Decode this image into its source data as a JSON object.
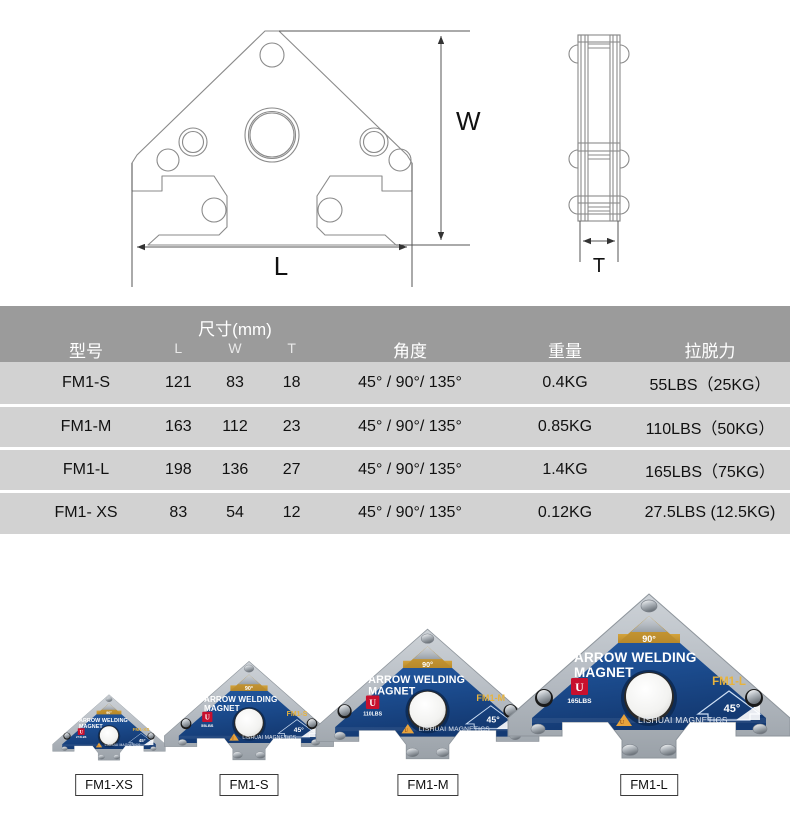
{
  "drawing": {
    "front_view": {
      "name": "arrow-welding-magnet-front-view",
      "width_dimension_label": "W",
      "length_dimension_label": "L"
    },
    "side_view": {
      "name": "arrow-welding-magnet-side-view",
      "thickness_dimension_label": "T"
    }
  },
  "table": {
    "headers": {
      "model": "型号",
      "dimensions": "尺寸(mm)",
      "angle": "角度",
      "weight": "重量",
      "pull_force": "拉脱力"
    },
    "sub_headers": {
      "l": "L",
      "w": "W",
      "t": "T"
    },
    "rows": [
      {
        "model": "FM1-S",
        "l": "121",
        "w": "83",
        "t": "18",
        "angle": "45° / 90°/  135°",
        "weight": "0.4KG",
        "pull_force": "55LBS（25KG）"
      },
      {
        "model": "FM1-M",
        "l": "163",
        "w": "112",
        "t": "23",
        "angle": "45° / 90°/  135°",
        "weight": "0.85KG",
        "pull_force": "110LBS（50KG）"
      },
      {
        "model": "FM1-L",
        "l": "198",
        "w": "136",
        "t": "27",
        "angle": "45° / 90°/  135°",
        "weight": "1.4KG",
        "pull_force": "165LBS（75KG）"
      },
      {
        "model": "FM1- XS",
        "l": "83",
        "w": "54",
        "t": "12",
        "angle": "45° / 90°/  135°",
        "weight": "0.12KG",
        "pull_force": "27.5LBS (12.5KG)"
      }
    ]
  },
  "products": [
    {
      "caption": "FM1-XS",
      "angle_band": "90°",
      "title_line1": "ARROW WELDING",
      "title_line2": "MAGNET",
      "model_tag": "FM1-XS",
      "badge_pull": "27.5LBS",
      "badge_logo": "U",
      "angle_icon": "45°",
      "brand": "LISHUAI MAGNETICS"
    },
    {
      "caption": "FM1-S",
      "angle_band": "90°",
      "title_line1": "ARROW WELDING",
      "title_line2": "MAGNET",
      "model_tag": "FM1-S",
      "badge_pull": "55LBS",
      "badge_logo": "U",
      "angle_icon": "45°",
      "brand": "LISHUAI MAGNETICS"
    },
    {
      "caption": "FM1-M",
      "angle_band": "90°",
      "title_line1": "ARROW WELDING",
      "title_line2": "MAGNET",
      "model_tag": "FM1-M",
      "badge_pull": "110LBS",
      "badge_logo": "U",
      "angle_icon": "45°",
      "brand": "LISHUAI MAGNETICS"
    },
    {
      "caption": "FM1-L",
      "angle_band": "90°",
      "title_line1": "ARROW WELDING",
      "title_line2": "MAGNET",
      "model_tag": "FM1-L",
      "badge_pull": "165LBS",
      "badge_logo": "U",
      "angle_icon": "45°",
      "brand": "LISHUAI MAGNETICS"
    }
  ],
  "colors": {
    "table_header_bg": "#9b9b9b",
    "table_row_bg": "#d2d2d2",
    "product_blue": "#1d4f93",
    "product_gold": "#b8892a",
    "product_silver": "#b9bec4",
    "badge_red": "#c8102e",
    "drawing_line": "#6f6f6f"
  }
}
